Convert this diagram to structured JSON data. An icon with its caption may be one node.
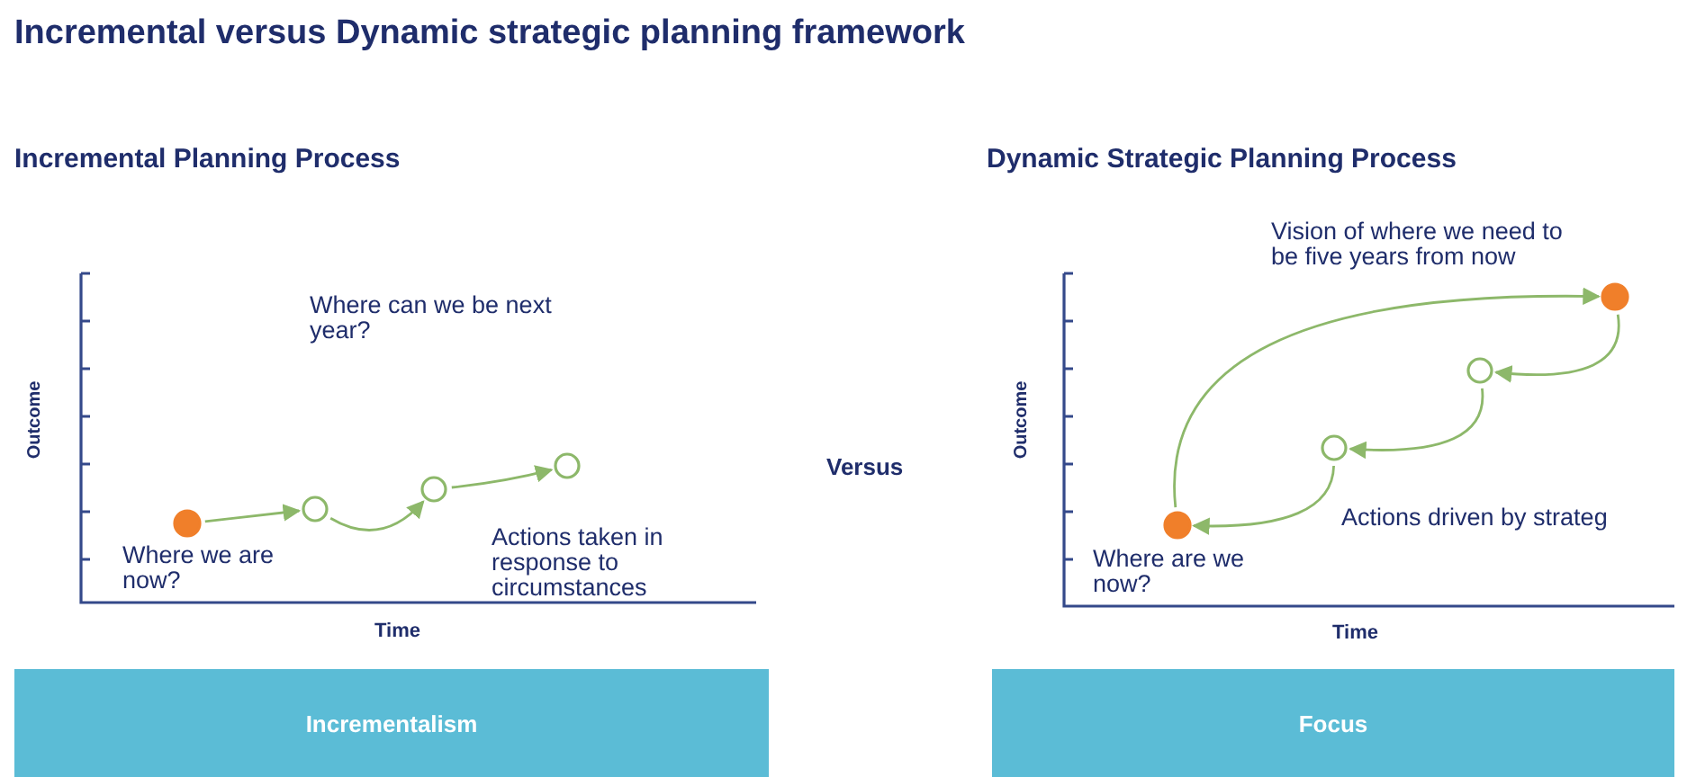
{
  "diagram": {
    "title": "Incremental versus Dynamic strategic planning framework",
    "nodes": [
      {
        "text": [],
        "shape": "circle",
        "beside": [
          "Where we are now?"
        ]
      },
      {
        "text": [],
        "shape": "circle"
      },
      {
        "text": [],
        "shape": "circle"
      },
      {
        "text": [],
        "shape": "circle"
      },
      {
        "text": [],
        "shape": "circle",
        "beside": [
          "Where are we now?"
        ]
      },
      {
        "text": [],
        "shape": "circle"
      },
      {
        "text": [],
        "shape": "circle"
      },
      {
        "text": [],
        "shape": "circle",
        "beside": [
          "Vision of where we need to be five years from now"
        ]
      },
      {
        "text": [
          "Incrementalism"
        ]
      },
      {
        "text": [
          "Focus"
        ]
      }
    ],
    "edges": [
      {
        "from": 0,
        "to": 1,
        "arrow": "to"
      },
      {
        "from": 1,
        "to": 2,
        "arrow": "to"
      },
      {
        "from": 2,
        "to": 3,
        "arrow": "to"
      },
      {
        "from": 4,
        "to": 7,
        "arrow": "to"
      },
      {
        "from": 7,
        "to": 6,
        "arrow": "to"
      },
      {
        "from": 6,
        "to": 5,
        "arrow": "to"
      },
      {
        "from": 5,
        "to": 4,
        "arrow": "to"
      }
    ],
    "labels": [
      "Incremental Planning Process",
      "Dynamic Strategic Planning Process",
      "Where can we be next year?",
      "Outcome",
      "Actions taken in response to circumstances",
      "Time",
      "Versus",
      "Outcome",
      "Actions driven by strateg",
      "Time"
    ]
  }
}
